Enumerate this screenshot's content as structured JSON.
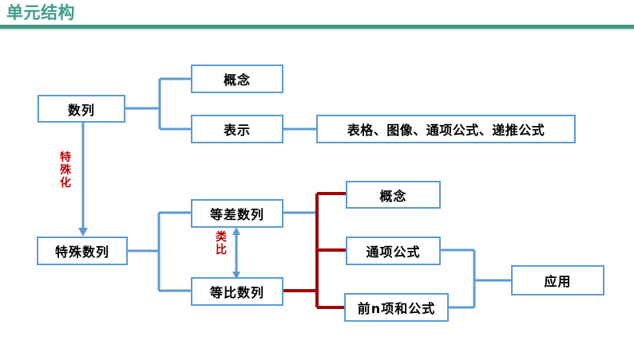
{
  "header": {
    "title": "单元结构",
    "accent_color": "#3f9d8a",
    "rule_color": "#449586"
  },
  "diagram": {
    "type": "flowchart",
    "box_border_color": "#5b9bd5",
    "connector_blue": "#5b9bd5",
    "connector_red": "#a00000",
    "annotation_color": "#c00000",
    "nodes": [
      {
        "id": "shulie",
        "label": "数列"
      },
      {
        "id": "gainian-top",
        "label": "概念"
      },
      {
        "id": "biaoshi",
        "label": "表示"
      },
      {
        "id": "biaoshi-detail",
        "label": "表格、图像、通项公式、递推公式"
      },
      {
        "id": "teshu-shulie",
        "label": "特殊数列"
      },
      {
        "id": "dengcha",
        "label": "等差数列"
      },
      {
        "id": "dengbi",
        "label": "等比数列"
      },
      {
        "id": "gainian-right",
        "label": "概念"
      },
      {
        "id": "tongxiang",
        "label": "通项公式"
      },
      {
        "id": "qiannxiang",
        "label": "前n项和公式"
      },
      {
        "id": "yingyong",
        "label": "应用"
      }
    ],
    "annotations": [
      {
        "id": "teshuhua",
        "label": "特殊化",
        "color": "#c00000"
      },
      {
        "id": "leibi",
        "label": "类比",
        "color": "#c00000"
      }
    ]
  }
}
